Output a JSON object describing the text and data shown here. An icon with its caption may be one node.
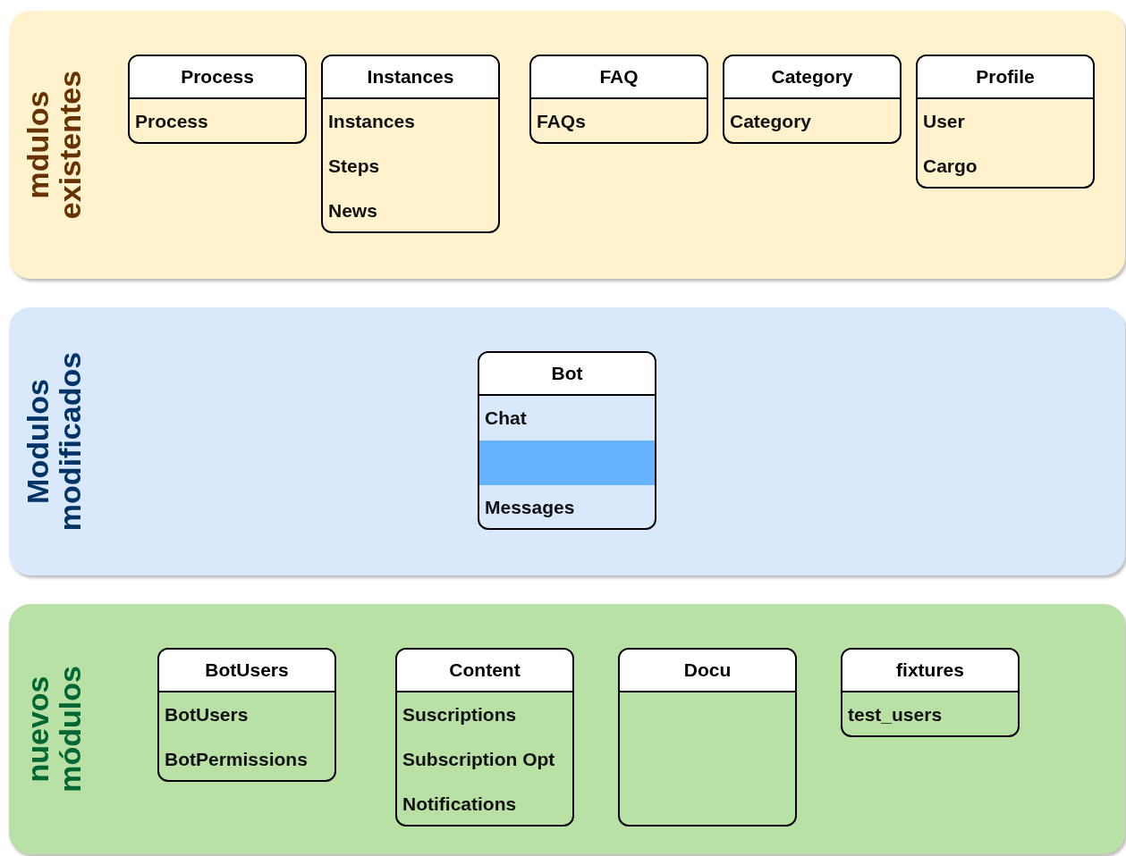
{
  "diagram": {
    "nodes": [
      {
        "text": [
          "mdulos existentes"
        ]
      },
      {
        "text": [
          "Process"
        ],
        "in": 0
      },
      {
        "text": [
          "Process"
        ],
        "in": 1
      },
      {
        "text": [
          "Instances"
        ],
        "in": 0
      },
      {
        "text": [
          "Instances"
        ],
        "in": 3
      },
      {
        "text": [
          "Steps"
        ],
        "in": 3
      },
      {
        "text": [
          "News"
        ],
        "in": 3
      },
      {
        "text": [
          "FAQ"
        ],
        "in": 0
      },
      {
        "text": [
          "FAQs"
        ],
        "in": 7
      },
      {
        "text": [
          "Category"
        ],
        "in": 0
      },
      {
        "text": [
          "Category"
        ],
        "in": 9
      },
      {
        "text": [
          "Profile"
        ],
        "in": 0
      },
      {
        "text": [
          "User"
        ],
        "in": 11
      },
      {
        "text": [
          "Cargo"
        ],
        "in": 11
      },
      {
        "text": [
          "Modulos modificados"
        ]
      },
      {
        "text": [
          "Bot"
        ],
        "in": 14
      },
      {
        "text": [
          "Chat"
        ],
        "in": 15
      },
      {
        "text": [],
        "shape": "box",
        "in": 15
      },
      {
        "text": [
          "Messages"
        ],
        "in": 15
      },
      {
        "text": [
          "nuevos módulos"
        ]
      },
      {
        "text": [
          "BotUsers"
        ],
        "in": 19
      },
      {
        "text": [
          "BotUsers"
        ],
        "in": 20
      },
      {
        "text": [
          "BotPermissions"
        ],
        "in": 20
      },
      {
        "text": [
          "Content"
        ],
        "in": 19
      },
      {
        "text": [
          "Suscriptions"
        ],
        "in": 23
      },
      {
        "text": [
          "Subscription Opt"
        ],
        "in": 23
      },
      {
        "text": [
          "Notifications"
        ],
        "in": 23
      },
      {
        "text": [
          "Docu"
        ],
        "in": 19
      },
      {
        "text": [
          "fixtures"
        ],
        "in": 19
      },
      {
        "text": [
          "test_users"
        ],
        "in": 28
      }
    ],
    "edges": []
  }
}
